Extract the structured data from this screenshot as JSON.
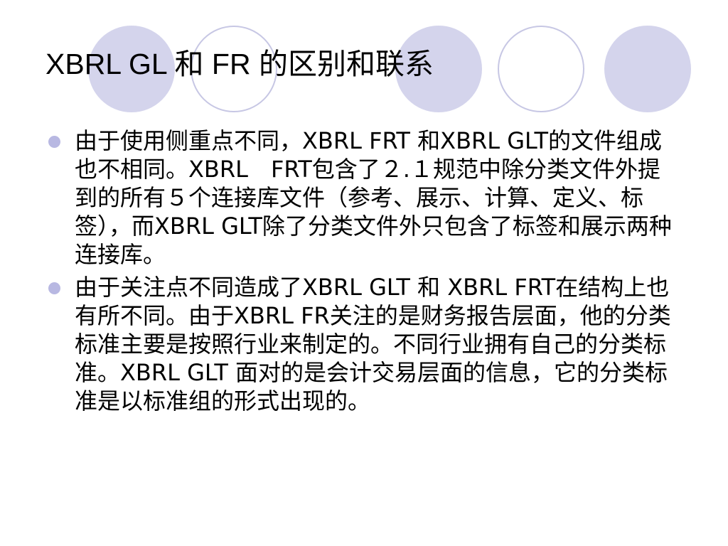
{
  "slide": {
    "title": "XBRL GL 和 FR 的区别和联系",
    "bullets": [
      "由于使用侧重点不同，XBRL FRT 和XBRL GLT的文件组成也不相同。XBRL　FRT包含了２.１规范中除分类文件外提到的所有５个连接库文件（参考、展示、计算、定义、标签），而XBRL GLT除了分类文件外只包含了标签和展示两种连接库。",
      "由于关注点不同造成了XBRL GLT 和 XBRL FRT在结构上也有所不同。由于XBRL FR关注的是财务报告层面，他的分类标准主要是按照行业来制定的。不同行业拥有自己的分类标准。XBRL GLT 面对的是会计交易层面的信息，它的分类标准是以标准组的形式出现的。"
    ]
  },
  "colors": {
    "circle_fill": "#d4d4ec",
    "circle_outline": "#c7c7e4",
    "bullet_dot": "#b8b8e2"
  }
}
